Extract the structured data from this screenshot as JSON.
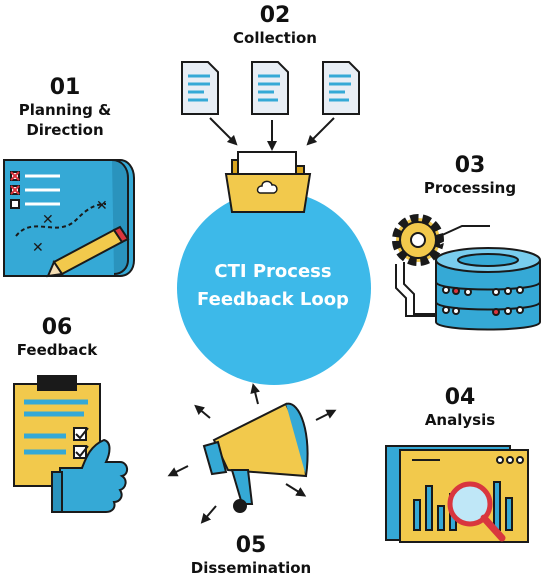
{
  "center": {
    "line1": "CTI Process",
    "line2": "Feedback Loop"
  },
  "stages": [
    {
      "number": "01",
      "line1": "Planning &",
      "line2": "Direction"
    },
    {
      "number": "02",
      "line1": "Collection"
    },
    {
      "number": "03",
      "line1": "Processing"
    },
    {
      "number": "04",
      "line1": "Analysis"
    },
    {
      "number": "05",
      "line1": "Dissemination"
    },
    {
      "number": "06",
      "line1": "Feedback"
    }
  ],
  "colors": {
    "circle": "#3db9e9",
    "accent_blue": "#35a9d6",
    "gold": "#f2c94c",
    "dark": "#1a1a1a",
    "red": "#d9363e"
  },
  "icons": {
    "stage1": "map-plan-icon",
    "stage2": "documents-folder-icon",
    "stage3": "gear-database-icon",
    "stage4": "analysis-magnifier-icon",
    "stage5": "megaphone-icon",
    "stage6": "clipboard-thumbs-up-icon"
  }
}
